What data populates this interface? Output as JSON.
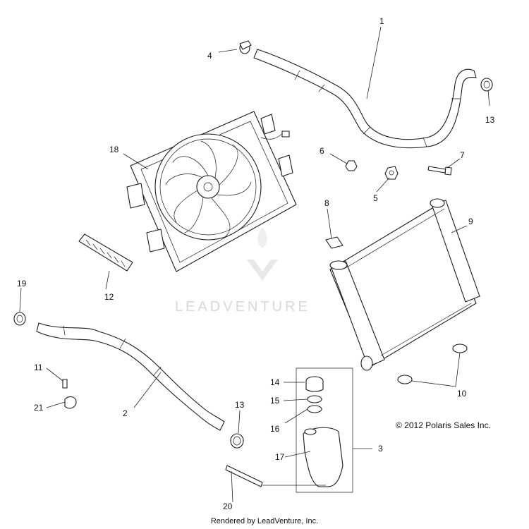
{
  "callouts": {
    "c1": "1",
    "c2": "2",
    "c3": "3",
    "c4": "4",
    "c5": "5",
    "c6": "6",
    "c7": "7",
    "c8": "8",
    "c9": "9",
    "c10": "10",
    "c11": "11",
    "c12": "12",
    "c13a": "13",
    "c13b": "13",
    "c14": "14",
    "c15": "15",
    "c16": "16",
    "c17": "17",
    "c18": "18",
    "c19": "19",
    "c20": "20",
    "c21": "21"
  },
  "copyright": "© 2012 Polaris Sales Inc.",
  "footer": "Rendered by LeadVenture, Inc.",
  "watermark": "LEADVENTURE",
  "colors": {
    "line": "#1a1a1a",
    "watermark": "#d8d8d8",
    "background": "#ffffff"
  }
}
